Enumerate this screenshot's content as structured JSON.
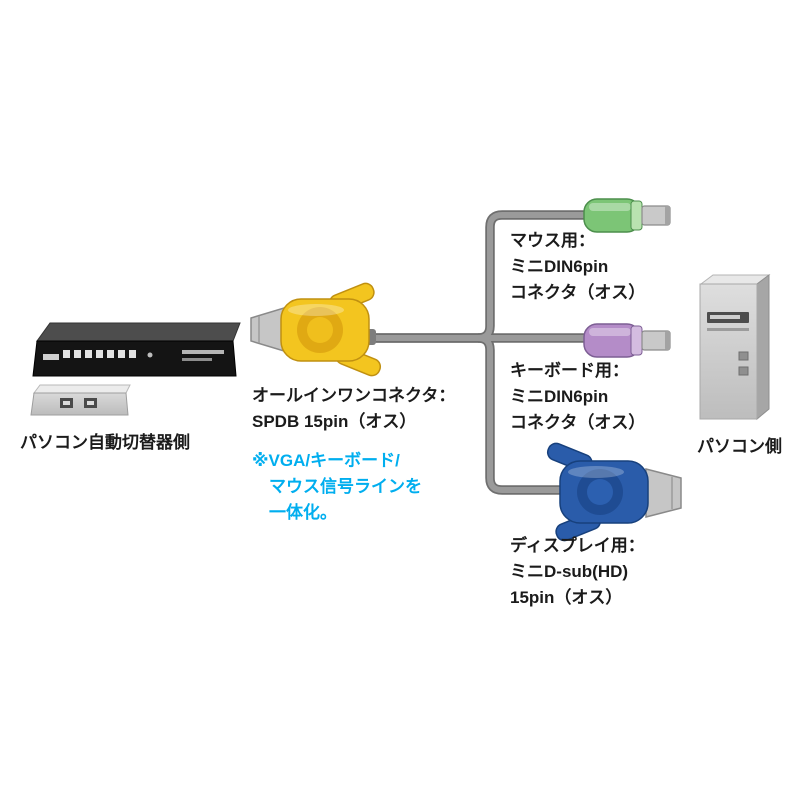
{
  "labels": {
    "kvm_side": "パソコン自動切替器側",
    "pc_side": "パソコン側",
    "allinone": {
      "line1": "オールインワンコネクタ：",
      "line2": "SPDB 15pin（オス）"
    },
    "note": {
      "line1": "※VGA/キーボード/",
      "line2": "マウス信号ラインを",
      "line3": "一体化。"
    },
    "mouse": {
      "line1": "マウス用：",
      "line2": "ミニDIN6pin",
      "line3": "コネクタ（オス）"
    },
    "keyboard": {
      "line1": "キーボード用：",
      "line2": "ミニDIN6pin",
      "line3": "コネクタ（オス）"
    },
    "display": {
      "line1": "ディスプレイ用：",
      "line2": "ミニD-sub(HD)",
      "line3": "15pin（オス）"
    }
  },
  "colors": {
    "note_text": "#00aeef",
    "connector_yellow": "#f3c51f",
    "connector_green": "#7cc576",
    "connector_purple": "#b48cc8",
    "connector_blue": "#2a5caa",
    "cable": "#9a9a9a"
  }
}
